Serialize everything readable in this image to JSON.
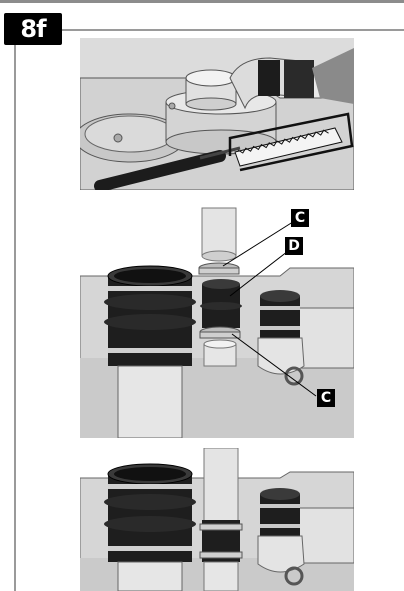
{
  "step": {
    "label": "8f"
  },
  "callouts": {
    "c_top": "C",
    "d": "D",
    "c_bottom": "C"
  },
  "colors": {
    "badge": "#000000",
    "rule": "#9a9a9a",
    "panel_bg": "#e6e6e6",
    "dark_part": "#1c1c1c"
  }
}
